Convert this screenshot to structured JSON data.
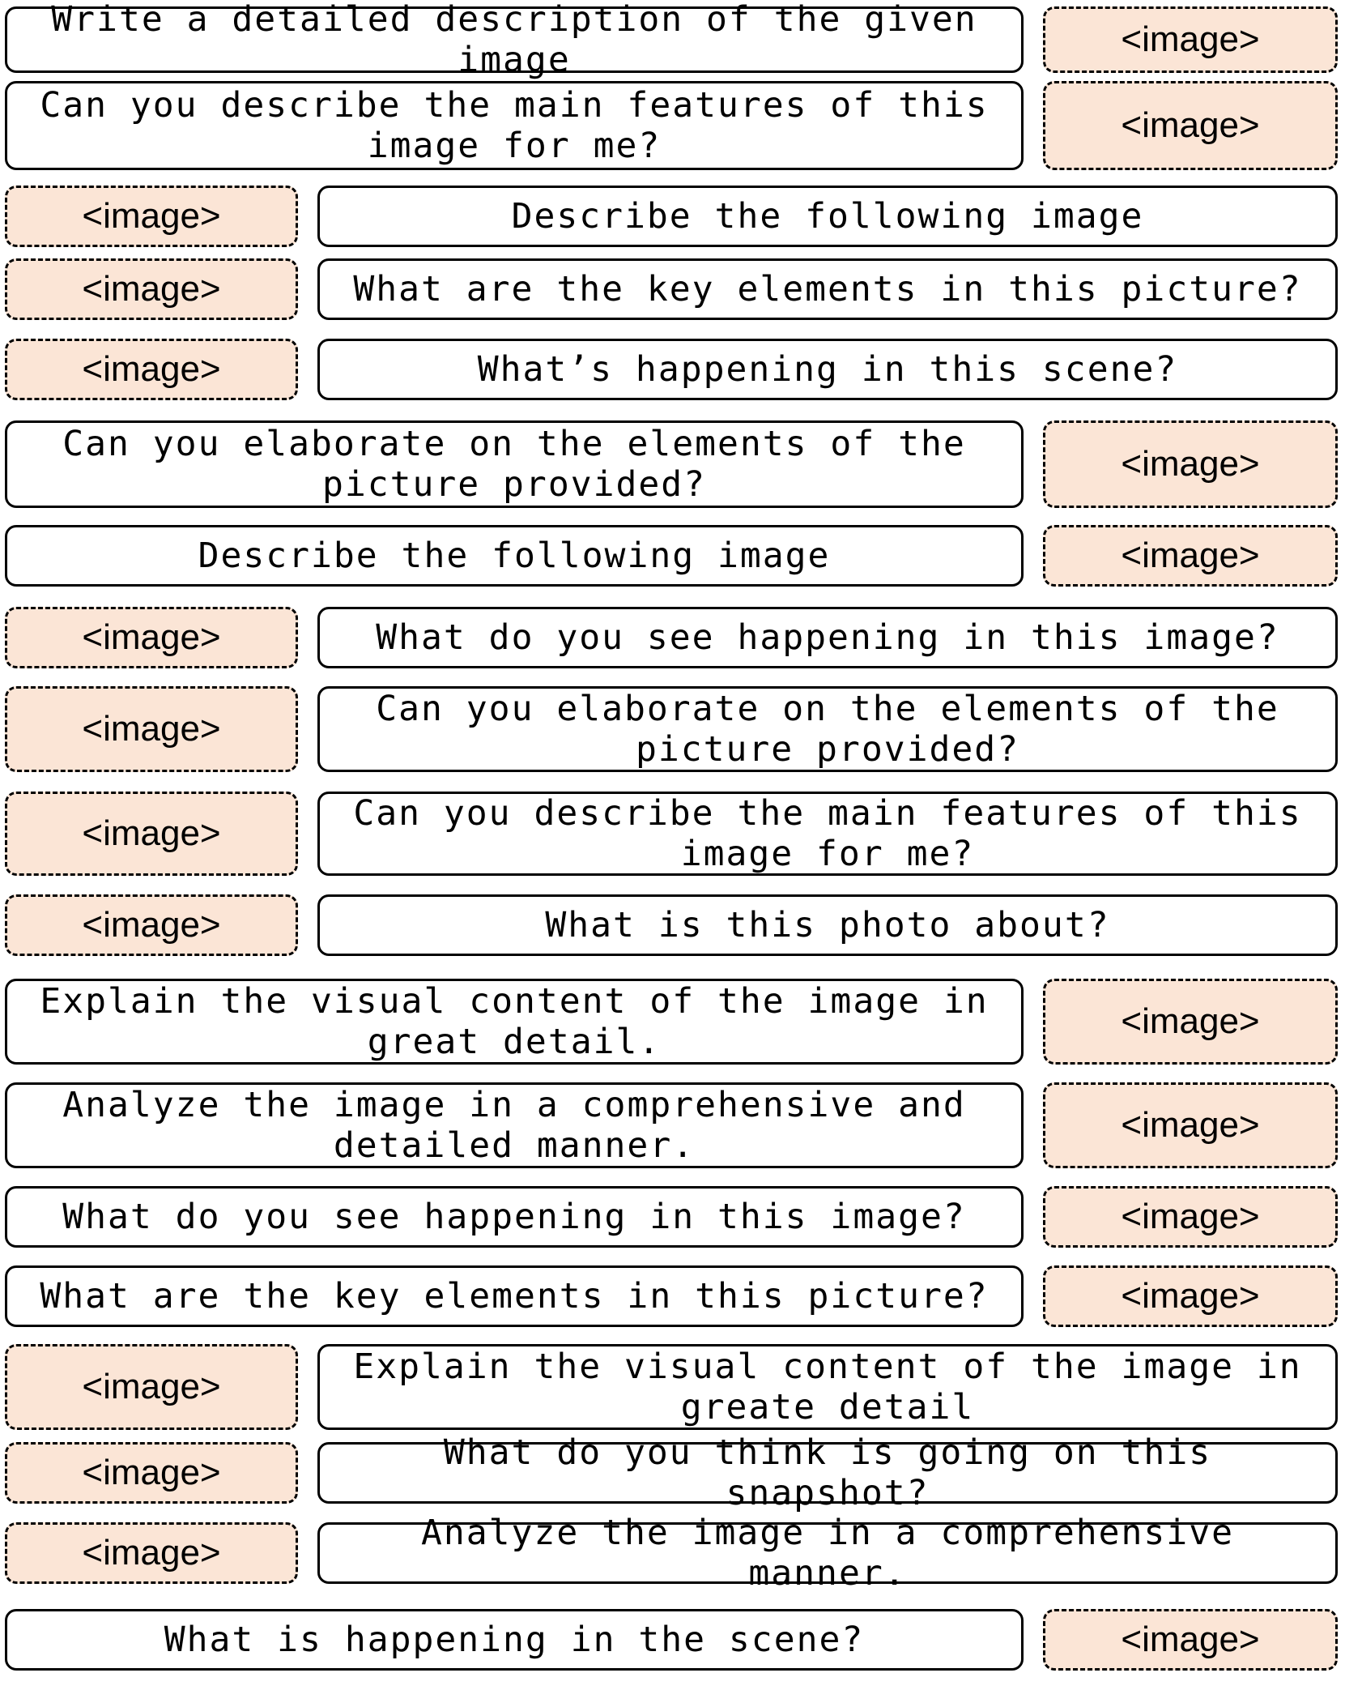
{
  "colors": {
    "image_token_fill": "#fbe5d6",
    "border": "#000000",
    "text": "#000000"
  },
  "rows": [
    {
      "prompt": "Write a detailed description of the given image",
      "token": "<image>",
      "image_first": false
    },
    {
      "prompt": "Can you describe the main features of this\nimage for me?",
      "token": "<image>",
      "image_first": false
    },
    {
      "prompt": "Describe the following image",
      "token": "<image>",
      "image_first": true
    },
    {
      "prompt": "What are the key elements in this picture?",
      "token": "<image>",
      "image_first": true
    },
    {
      "prompt": "What’s happening in this scene?",
      "token": "<image>",
      "image_first": true
    },
    {
      "prompt": "Can you elaborate on the elements of the\npicture provided?",
      "token": "<image>",
      "image_first": false
    },
    {
      "prompt": "Describe the following image",
      "token": "<image>",
      "image_first": false
    },
    {
      "prompt": "What do you see happening in this image?",
      "token": "<image>",
      "image_first": true
    },
    {
      "prompt": "Can you elaborate on the elements of the\npicture provided?",
      "token": "<image>",
      "image_first": true
    },
    {
      "prompt": "Can you describe the main features of this\nimage for me?",
      "token": "<image>",
      "image_first": true
    },
    {
      "prompt": "What is this photo about?",
      "token": "<image>",
      "image_first": true
    },
    {
      "prompt": "Explain the visual content of the image in\ngreat detail.",
      "token": "<image>",
      "image_first": false
    },
    {
      "prompt": "Analyze the image in a comprehensive and\ndetailed manner.",
      "token": "<image>",
      "image_first": false
    },
    {
      "prompt": "What do you see happening in this image?",
      "token": "<image>",
      "image_first": false
    },
    {
      "prompt": "What are the key elements in this picture?",
      "token": "<image>",
      "image_first": false
    },
    {
      "prompt": "Explain the visual content of the image in\ngreate detail",
      "token": "<image>",
      "image_first": true
    },
    {
      "prompt": "What do you think is going on this snapshot?",
      "token": "<image>",
      "image_first": true
    },
    {
      "prompt": "Analyze the image in a comprehensive manner.",
      "token": "<image>",
      "image_first": true
    },
    {
      "prompt": "What is happening in the scene?",
      "token": "<image>",
      "image_first": false
    }
  ]
}
